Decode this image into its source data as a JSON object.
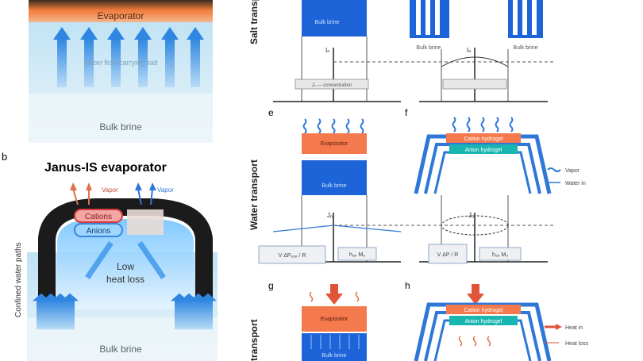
{
  "figure": {
    "panel_a": {
      "evaporator": "Evaporator",
      "flow": "Water flow carrying salt",
      "brine": "Bulk brine"
    },
    "panel_b": {
      "letter": "b",
      "title": "Janus-IS evaporator",
      "vapor_left": "Vapor",
      "vapor_right": "Vapor",
      "cations": "Cations",
      "anions": "Anions",
      "low": "Low",
      "heat_loss": "heat loss",
      "side_label": "Confined water paths",
      "brine": "Bulk brine"
    },
    "rows": {
      "salt": "Salt transport",
      "water": "Water transport",
      "heat": "transport"
    },
    "panel_c_top": {
      "brine": "Bulk brine",
      "axis_i": "Iₙ",
      "box": "Jₛ — concentration"
    },
    "panel_d_top": {
      "brine_left": "Bulk brine",
      "brine_right": "Bulk brine",
      "axis_i": "Iₙ"
    },
    "panel_e": {
      "letter": "e",
      "evaporator": "Evaporator",
      "brine": "Bulk brine",
      "axis_j": "Jₒ",
      "box_left": "V ΔPₒₓₚ / R",
      "box_right": "hₒₚ Mₒ"
    },
    "panel_f": {
      "letter": "f",
      "cation": "Cation hydrogel",
      "anion": "Anion hydrogel",
      "legend_vapor": "Vapor",
      "legend_water": "Water in",
      "axis_j": "Jₒ",
      "box_left": "V ΔP / R",
      "box_right": "hₒₚ Mₒ"
    },
    "panel_g": {
      "letter": "g",
      "evaporator": "Evaporator",
      "brine": "Bulk brine"
    },
    "panel_h": {
      "letter": "h",
      "cation": "Cation hydrogel",
      "anion": "Anion hydrogel",
      "legend_heat_in": "Heat in",
      "legend_heat_loss": "Heat loss"
    }
  }
}
